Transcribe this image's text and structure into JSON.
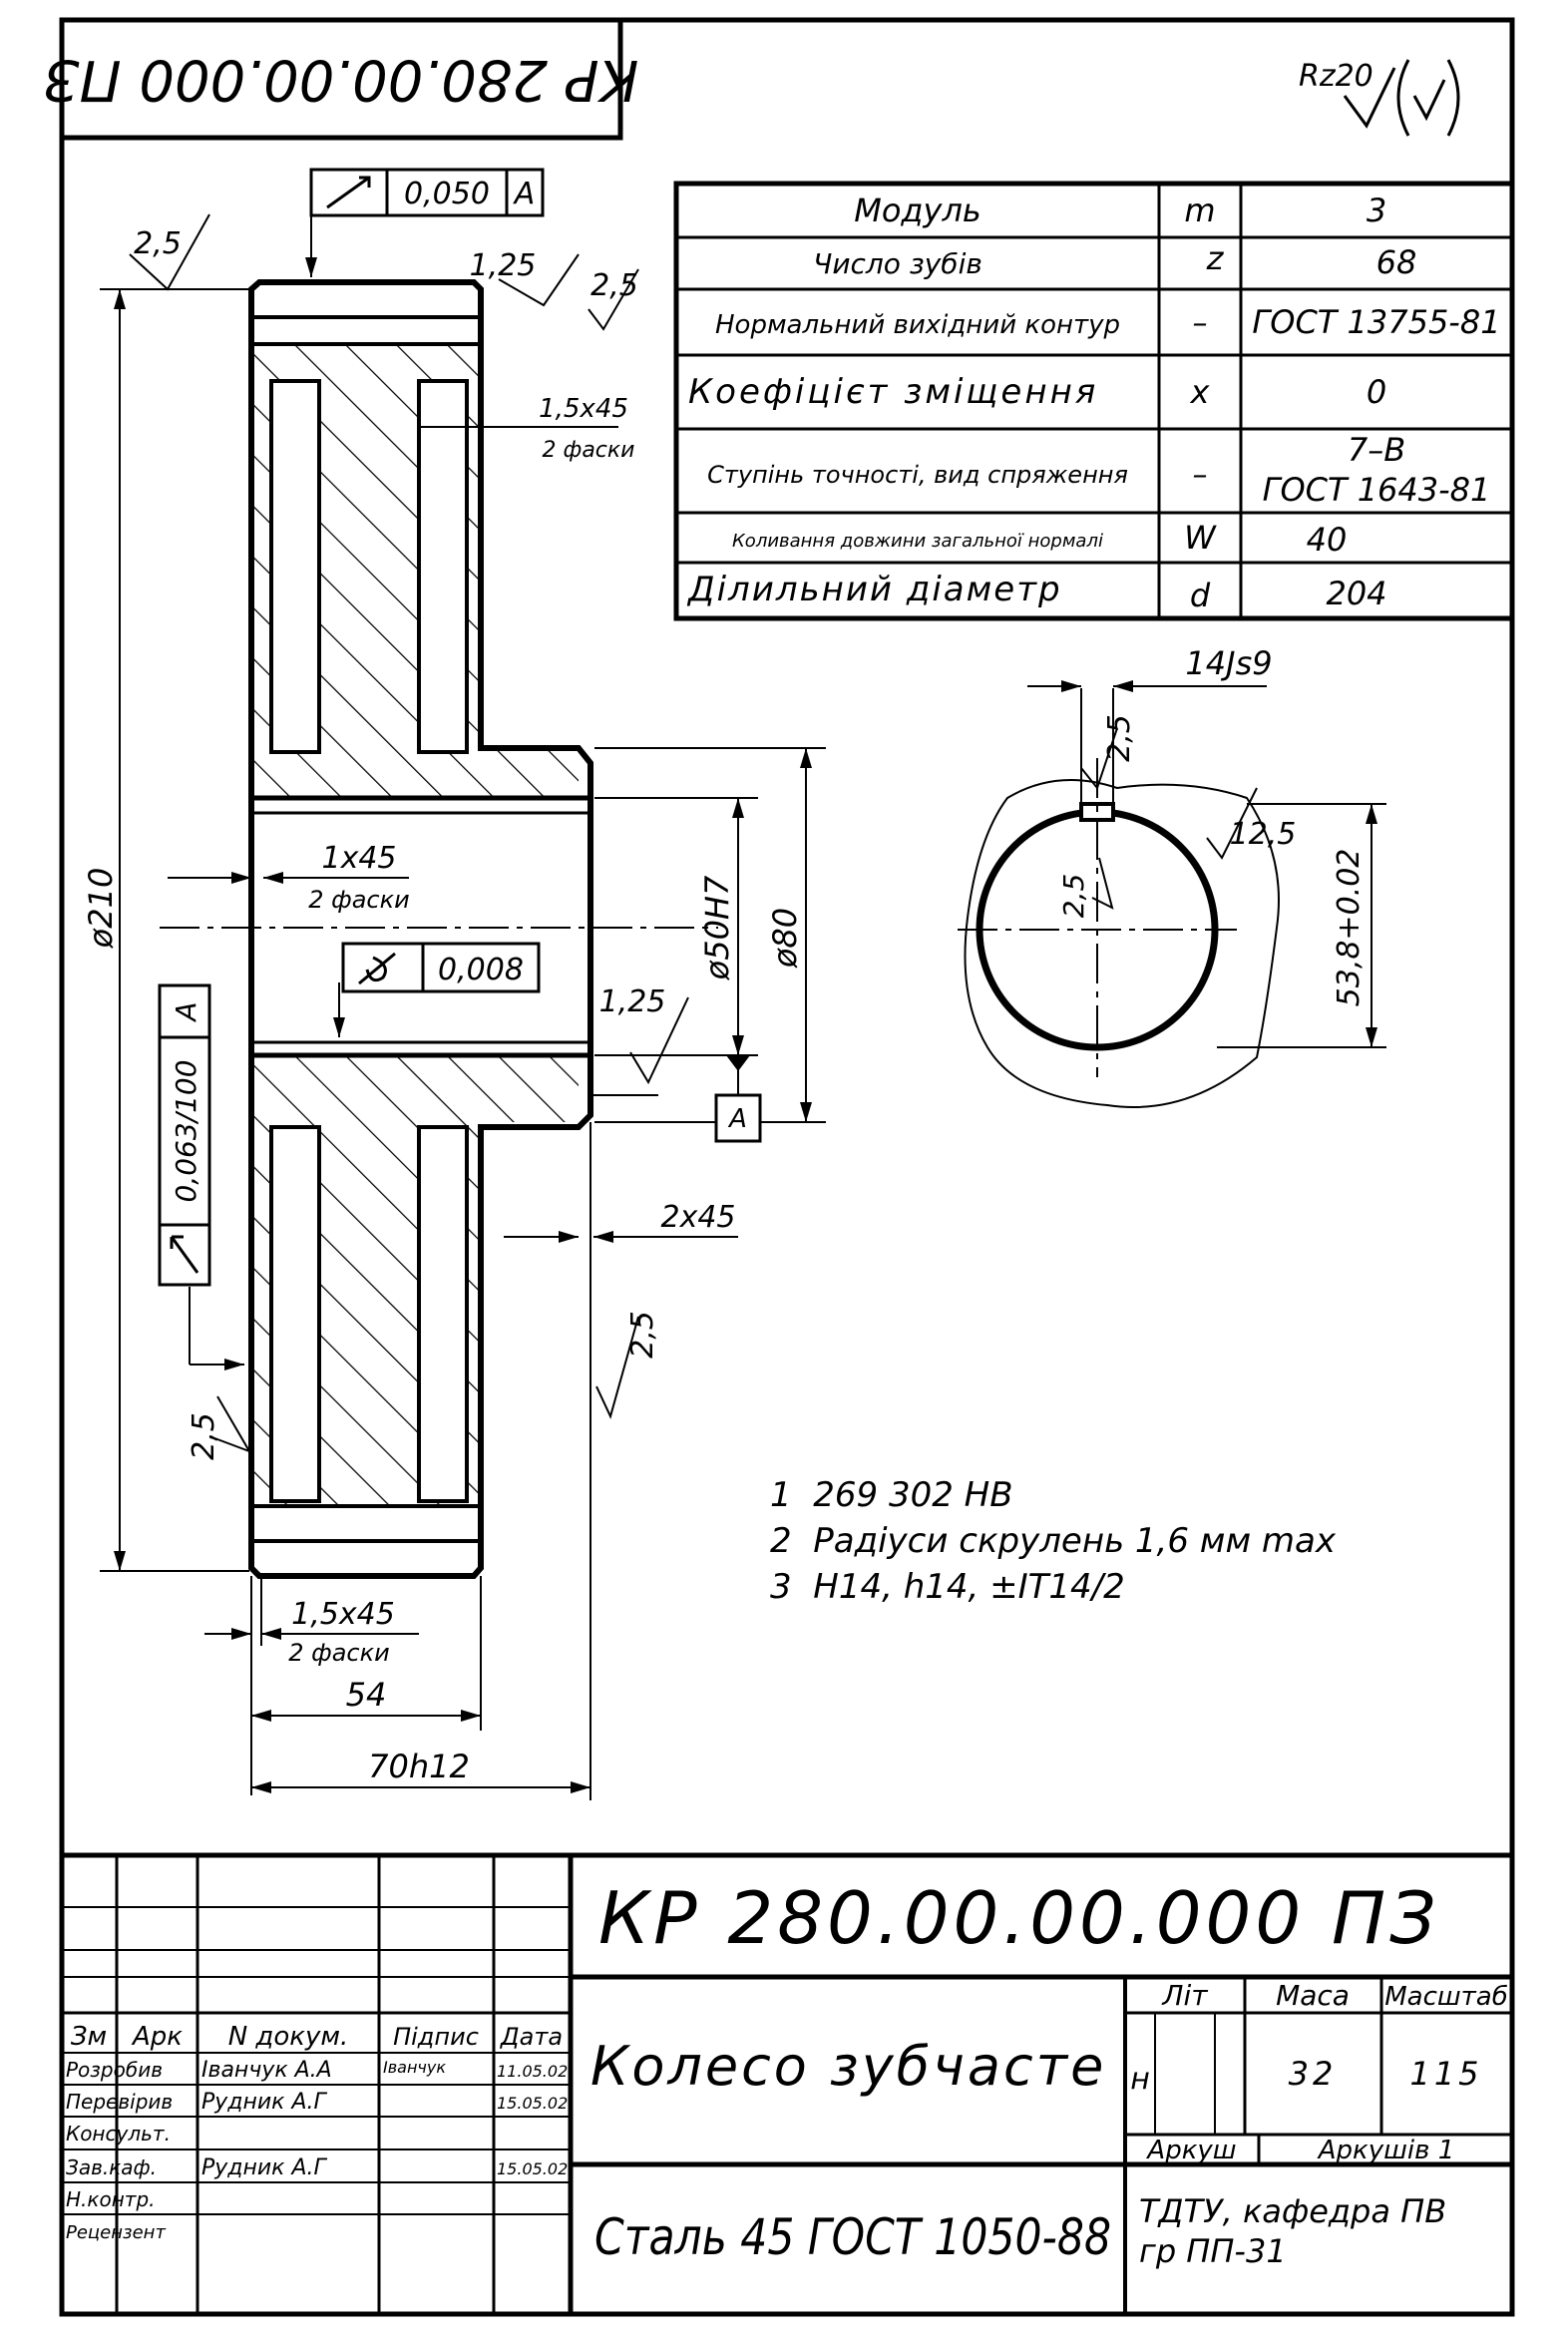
{
  "stamp_code": "КР 280.00.00.000 ПЗ",
  "roughness_general": "Rz20",
  "params": [
    {
      "name": "Модуль",
      "sym": "m",
      "val": "3"
    },
    {
      "name": "Число зубів",
      "sym": "z",
      "val": "68"
    },
    {
      "name": "Нормальний вихідний контур",
      "sym": "–",
      "val": "ГОСТ 13755-81"
    },
    {
      "name": "Коефіцієт зміщення",
      "sym": "x",
      "val": "0"
    },
    {
      "name": "Ступінь точності, вид спряження",
      "sym": "–",
      "val": "7–В",
      "val2": "ГОСТ 1643-81"
    },
    {
      "name": "Коливання довжини загальної нормалі",
      "sym": "W",
      "val": "40"
    },
    {
      "name": "Ділильний діаметр",
      "sym": "d",
      "val": "204"
    }
  ],
  "dims": {
    "d210": "ø210",
    "d50": "ø50H7",
    "d80": "ø80",
    "w70": "70h12",
    "w54": "54",
    "ch1": "1x45",
    "ch1b": "2 фаски",
    "ch15a": "1,5x45",
    "ch15b": "2 фаски",
    "ch15c": "1,5x45",
    "ch15d": "2 фаски",
    "ch2": "2x45",
    "r25a": "2,5",
    "r125a": "1,25",
    "r25b": "2,5",
    "r125b": "1,25",
    "r25c": "2,5",
    "r25d": "2,5",
    "tol_runout_top": "0,050",
    "tol_runout_top_ref": "A",
    "tol_cyl": "0,008",
    "tol_side": "0,063/100",
    "tol_side_ref": "A",
    "datum": "A",
    "key_w": "14Js9",
    "key_r1": "2,5",
    "key_r2": "12,5",
    "key_r3": "2,5",
    "key_h": "53,8+0.02"
  },
  "notes": [
    "1  269 302 HB",
    "2  Радіуси скрулень 1,6 мм max",
    "3  H14, h14, ±IT14/2"
  ],
  "title_block": {
    "code": "КР 280.00.00.000 ПЗ",
    "name": "Колесо зубчасте",
    "material": "Сталь 45 ГОСТ 1050-88",
    "org1": "ТДТУ, кафедра ПВ",
    "org2": "гр ПП-31",
    "lit_h": "Літ",
    "mass_h": "Маса",
    "scale_h": "Масштаб",
    "lit": "н",
    "mass": "32",
    "scale": "115",
    "sheet": "Аркуш",
    "sheets": "Аркушів 1",
    "col_hdr": [
      "Зм",
      "Арк",
      "N докум.",
      "Підпис",
      "Дата"
    ],
    "rows": [
      {
        "role": "Розробив",
        "name": "Іванчук А.А",
        "sign": "Іванчук",
        "date": "11.05.02"
      },
      {
        "role": "Перевірив",
        "name": "Рудник А.Г",
        "sign": "",
        "date": "15.05.02"
      },
      {
        "role": "Консульт.",
        "name": "",
        "sign": "",
        "date": ""
      },
      {
        "role": "Зав.каф.",
        "name": "Рудник А.Г",
        "sign": "",
        "date": "15.05.02"
      },
      {
        "role": "Н.контр.",
        "name": "",
        "sign": "",
        "date": ""
      },
      {
        "role": "Рецензент",
        "name": "",
        "sign": "",
        "date": ""
      }
    ]
  }
}
